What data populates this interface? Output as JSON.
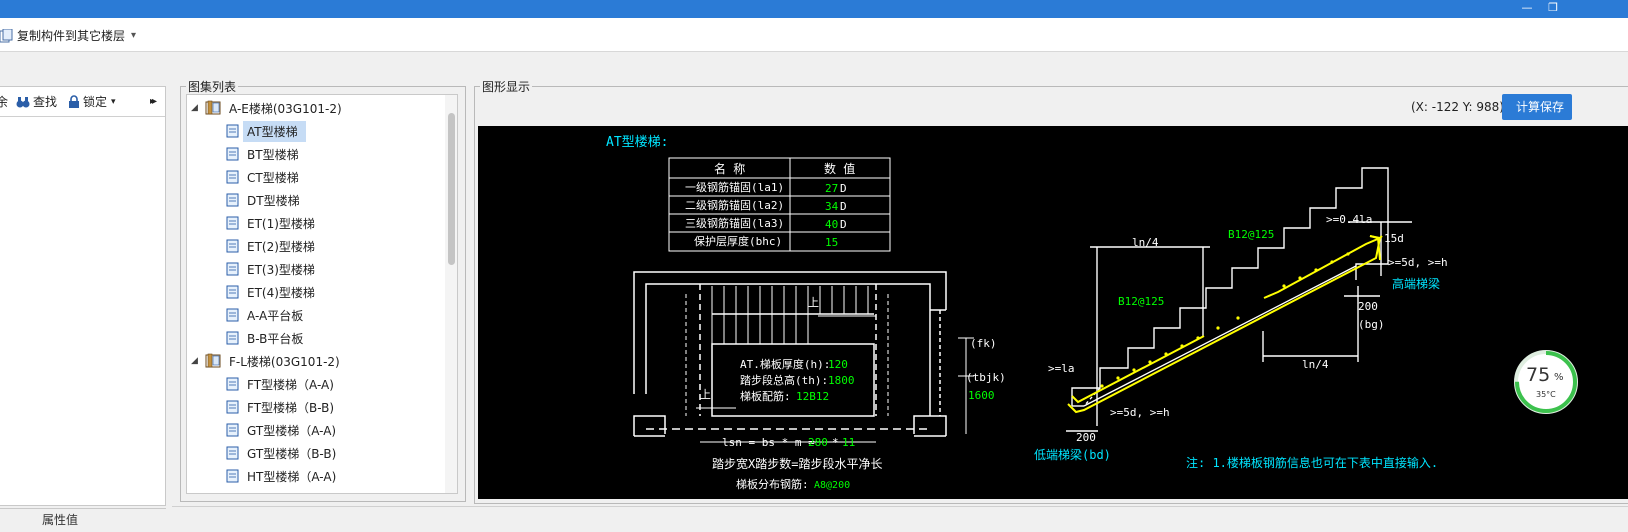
{
  "toolbar": {
    "copy_label": "复制构件到其它楼层",
    "dropdown_glyph": "▾"
  },
  "left_panel": {
    "partial_label": "余",
    "find_label": "查找",
    "lock_label": "锁定",
    "lock_caret": "▾",
    "expand_glyph": "▸▸",
    "bottom_label": "属性值"
  },
  "atlas": {
    "title": "图集列表",
    "groups": [
      {
        "label": "A-E楼梯(03G101-2)",
        "items": [
          "AT型楼梯",
          "BT型楼梯",
          "CT型楼梯",
          "DT型楼梯",
          "ET(1)型楼梯",
          "ET(2)型楼梯",
          "ET(3)型楼梯",
          "ET(4)型楼梯",
          "A-A平台板",
          "B-B平台板"
        ]
      },
      {
        "label": "F-L楼梯(03G101-2)",
        "items": [
          "FT型楼梯（A-A)",
          "FT型楼梯（B-B)",
          "GT型楼梯（A-A)",
          "GT型楼梯（B-B)",
          "HT型楼梯（A-A)"
        ]
      }
    ],
    "selected": "AT型楼梯"
  },
  "display": {
    "title": "图形显示",
    "coords": "(X: -122 Y: 988)",
    "calc_button": "计算保存",
    "gauge": {
      "percent": "75",
      "unit": "%",
      "temp": "35°C",
      "level": 0.75
    }
  },
  "drawing": {
    "heading": "AT型楼梯:",
    "table": {
      "headers": [
        "名  称",
        "数  值"
      ],
      "rows": [
        {
          "name": "一级钢筋锚固(la1)",
          "value": "27",
          "unit": "D"
        },
        {
          "name": "二级钢筋锚固(la2)",
          "value": "34",
          "unit": "D"
        },
        {
          "name": "三级钢筋锚固(la3)",
          "value": "40",
          "unit": "D"
        },
        {
          "name": "保护层厚度(bhc)",
          "value": "15",
          "unit": ""
        }
      ]
    },
    "plan": {
      "thickness_label": "AT.梯板厚度(h):",
      "thickness_value": "120",
      "height_label": "踏步段总高(th):",
      "height_value": "1800",
      "rebar_label": "梯板配筋:",
      "rebar_value": "12B12",
      "fk": "(fk)",
      "tbjk": "(tbjk)",
      "tbjk_value": "1600",
      "up1": "上",
      "up2": "上",
      "lsn_label": "lsn = bs * m =",
      "lsn_bs": "280",
      "lsn_mul": "*",
      "lsn_m": "11",
      "tread_text": "踏步宽X踏步数=踏步段水平净长",
      "dist_label": "梯板分布钢筋:",
      "dist_value": "A8@200"
    },
    "section": {
      "rebar_top": "B12@125",
      "rebar_mid": "B12@125",
      "ln4_top": "ln/4",
      "ln4_bottom": "ln/4",
      "anchor_04": ">=0.4la",
      "d15": "15d",
      "d5h_top": ">=5d, >=h",
      "high_beam": "高端梯梁",
      "high_200": "200",
      "bg": "(bg)",
      "la": ">=la",
      "d5h_bottom": ">=5d, >=h",
      "low_200": "200",
      "low_beam": "低端梯梁(bd)"
    },
    "note": "注: 1.楼梯板钢筋信息也可在下表中直接输入."
  },
  "colors": {
    "title_bar": "#2b7bd6",
    "canvas_bg": "#000000",
    "cyan": "#00e5ff",
    "green": "#00ff00",
    "yellow": "#ffff00",
    "white": "#ffffff"
  }
}
